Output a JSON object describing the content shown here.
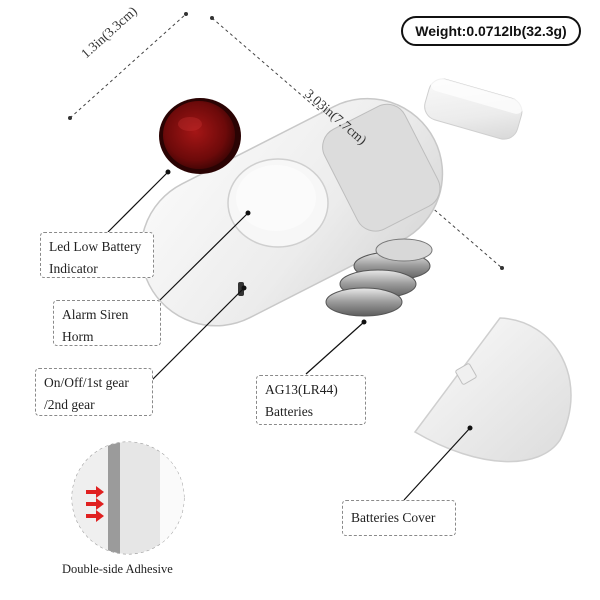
{
  "weight_badge": "Weight:0.0712lb(32.3g)",
  "dimensions": {
    "width_label": "1.3in(3.3cm)",
    "length_label": "3.03in(7.7cm)"
  },
  "callouts": {
    "led": [
      "Led Low Battery",
      "Indicator"
    ],
    "siren": [
      "Alarm Siren",
      "Horm"
    ],
    "switch": [
      "On/Off/1st gear",
      "/2nd gear"
    ],
    "batteries": [
      "AG13(LR44)",
      "Batteries"
    ],
    "cover": "Batteries Cover"
  },
  "adhesive_label": "Double-side Adhesive",
  "colors": {
    "led_red": "#7a0d0d",
    "device_white": "#f2f2f2",
    "arrow_red": "#e02020"
  }
}
